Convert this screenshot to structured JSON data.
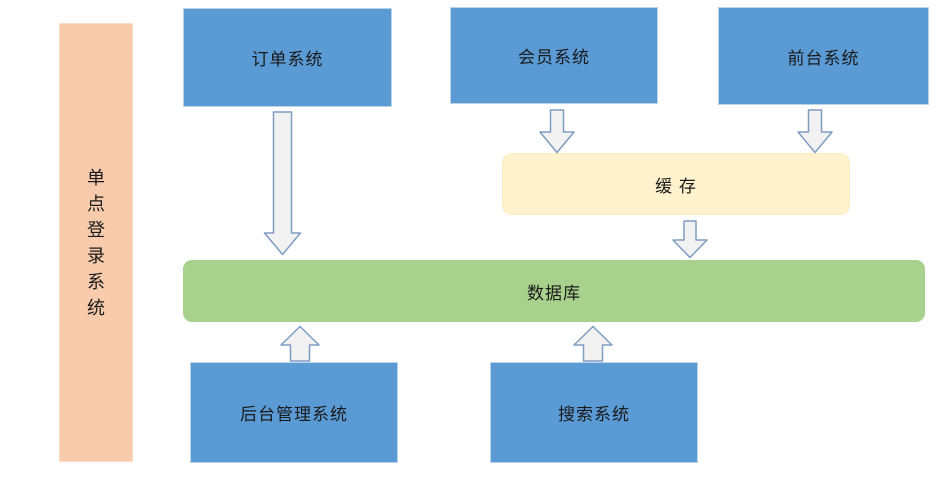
{
  "diagram": {
    "type": "architecture-flow",
    "language": "zh-CN",
    "description_rendered_only": "system boxes connected by block arrows"
  },
  "palette": {
    "node_blue": "#5B9BD5",
    "sso_orange": "#F8CBAD",
    "cache_yellow": "#FFF2CC",
    "database_green": "#A9D18E",
    "arrow_fill": "#F2F2F2",
    "arrow_border": "#7F9CC3",
    "text": "#1a1a1a",
    "background": "#ffffff"
  },
  "sso_bar": {
    "label": "单点登录系统",
    "label_vertical": "单\n点\n登\n录\n系\n统"
  },
  "nodes": {
    "order": {
      "label": "订单系统"
    },
    "member": {
      "label": "会员系统"
    },
    "frontend": {
      "label": "前台系统"
    },
    "cache": {
      "label": "缓 存"
    },
    "database": {
      "label": "数据库"
    },
    "admin": {
      "label": "后台管理系统"
    },
    "search": {
      "label": "搜索系统"
    }
  },
  "edges": [
    {
      "from": "order",
      "to": "database",
      "direction": "down"
    },
    {
      "from": "member",
      "to": "cache",
      "direction": "down"
    },
    {
      "from": "frontend",
      "to": "cache",
      "direction": "down"
    },
    {
      "from": "cache",
      "to": "database",
      "direction": "down"
    },
    {
      "from": "admin",
      "to": "database",
      "direction": "up"
    },
    {
      "from": "search",
      "to": "database",
      "direction": "up"
    }
  ]
}
